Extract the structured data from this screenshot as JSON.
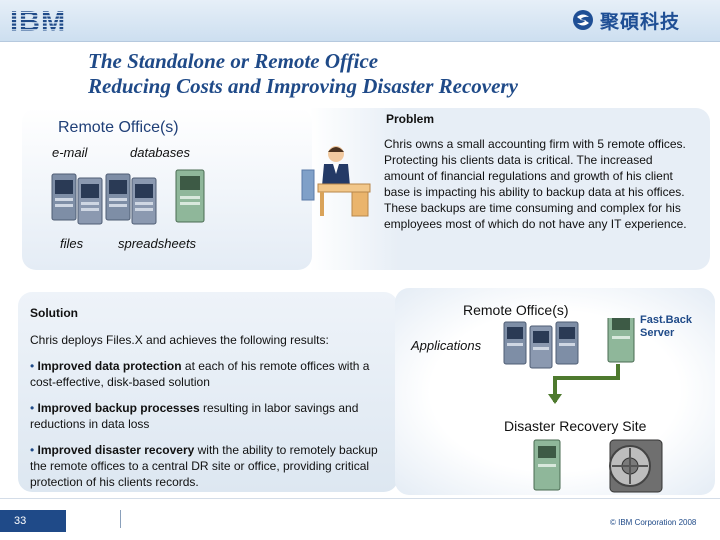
{
  "header": {
    "logo_text": "IBM",
    "company_name": "聚碩科技"
  },
  "title": {
    "line1": "The Standalone or Remote Office",
    "line2": "Reducing Costs and Improving Disaster Recovery"
  },
  "remote_panel": {
    "heading": "Remote Office(s)",
    "labels": {
      "email": "e-mail",
      "databases": "databases",
      "files": "files",
      "spreadsheets": "spreadsheets"
    }
  },
  "problem": {
    "heading": "Problem",
    "text": "Chris owns a small accounting firm with 5 remote offices.  Protecting his clients data is critical.  The increased amount of financial regulations and growth of his client base is impacting his ability to backup data at his offices.  These backups are time consuming and complex for his employees most of which do not have any IT experience."
  },
  "solution": {
    "heading": "Solution",
    "intro": "Chris deploys Files.X and achieves the following results:",
    "bullets": [
      {
        "bold": "Improved data protection",
        "rest": " at each of his remote offices with a cost-effective, disk-based solution"
      },
      {
        "bold": "Improved backup processes",
        "rest": " resulting in labor savings and reductions in data loss"
      },
      {
        "bold": "Improved disaster recovery",
        "rest": " with the ability to remotely backup the remote offices to a central DR site or office, providing critical protection of his clients records."
      }
    ]
  },
  "diagram": {
    "remote_label": "Remote Office(s)",
    "applications_label": "Applications",
    "fastback_label": "Fast.Back Server",
    "dr_label": "Disaster Recovery Site"
  },
  "footer": {
    "slide_number": "33",
    "copyright": "© IBM Corporation 2008"
  }
}
